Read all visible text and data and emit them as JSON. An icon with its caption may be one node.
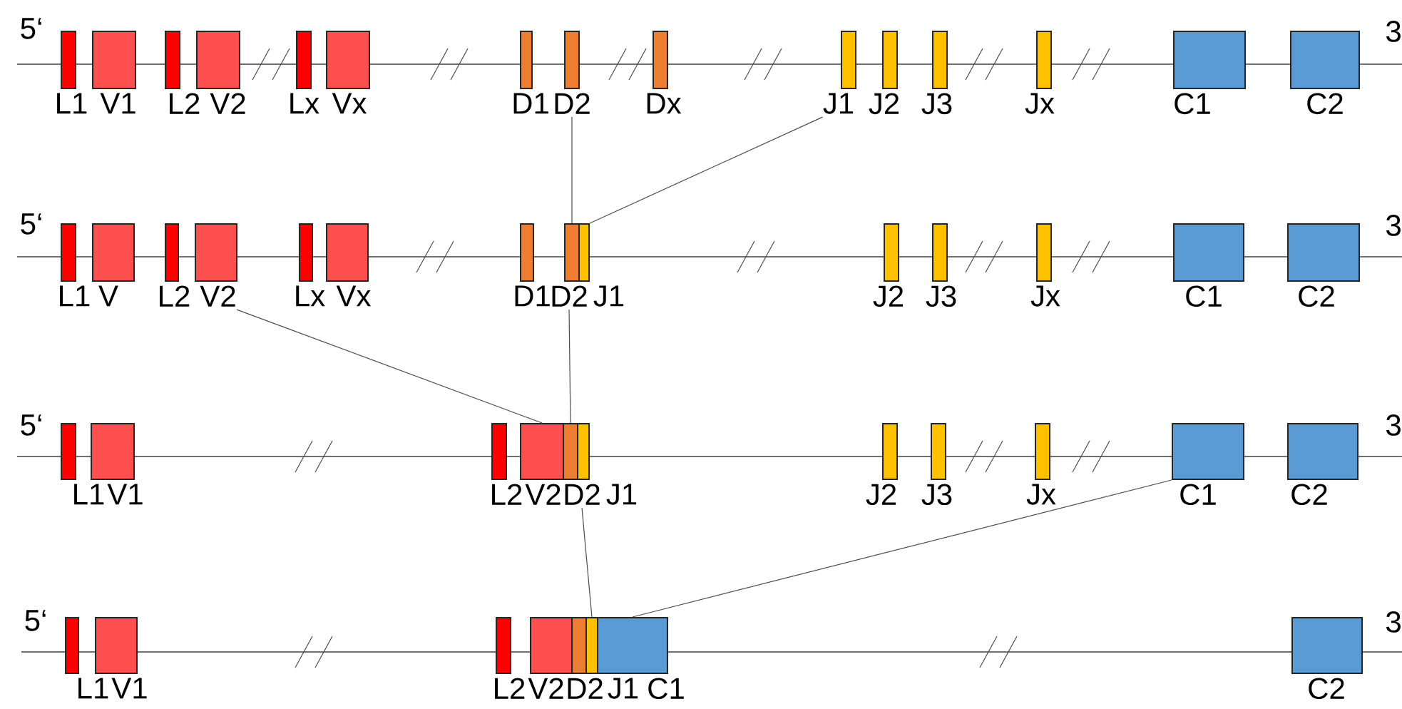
{
  "diagram": {
    "nodes": [
      {
        "text": [
          "L1"
        ]
      },
      {
        "text": [
          "V1"
        ]
      },
      {
        "text": [
          "L2"
        ]
      },
      {
        "text": [
          "V2"
        ]
      },
      {
        "text": [
          "Lx"
        ]
      },
      {
        "text": [
          "Vx"
        ]
      },
      {
        "text": [
          "D1"
        ]
      },
      {
        "text": [
          "D2"
        ]
      },
      {
        "text": [
          "Dx"
        ]
      },
      {
        "text": [
          "J1"
        ]
      },
      {
        "text": [
          "J2"
        ]
      },
      {
        "text": [
          "J3"
        ]
      },
      {
        "text": [
          "Jx"
        ]
      },
      {
        "text": [
          "C1"
        ]
      },
      {
        "text": [
          "C2"
        ]
      },
      {
        "text": [
          "L1"
        ]
      },
      {
        "text": [
          "V"
        ]
      },
      {
        "text": [
          "L2"
        ]
      },
      {
        "text": [
          "V2"
        ]
      },
      {
        "text": [
          "Lx"
        ]
      },
      {
        "text": [
          "Vx"
        ]
      },
      {
        "text": [
          "D1"
        ]
      },
      {
        "text": [
          "D2"
        ]
      },
      {
        "text": [
          "J1"
        ]
      },
      {
        "text": [
          "J2"
        ]
      },
      {
        "text": [
          "J3"
        ]
      },
      {
        "text": [
          "Jx"
        ]
      },
      {
        "text": [
          "C1"
        ]
      },
      {
        "text": [
          "C2"
        ]
      },
      {
        "text": [
          "L1"
        ]
      },
      {
        "text": [
          "V1"
        ]
      },
      {
        "text": [
          "L2"
        ]
      },
      {
        "text": [
          "V2"
        ]
      },
      {
        "text": [
          "D2"
        ]
      },
      {
        "text": [
          "J1"
        ]
      },
      {
        "text": [
          "J2"
        ]
      },
      {
        "text": [
          "J3"
        ]
      },
      {
        "text": [
          "Jx"
        ]
      },
      {
        "text": [
          "C1"
        ]
      },
      {
        "text": [
          "C2"
        ]
      },
      {
        "text": [
          "L1"
        ]
      },
      {
        "text": [
          "V1"
        ]
      },
      {
        "text": [
          "L2"
        ]
      },
      {
        "text": [
          "V2"
        ]
      },
      {
        "text": [
          "D2"
        ]
      },
      {
        "text": [
          "J1"
        ]
      },
      {
        "text": [
          "C1"
        ]
      },
      {
        "text": [
          "C2"
        ]
      }
    ],
    "edges": [
      {
        "from": 7,
        "to": 22,
        "arrow": "none"
      },
      {
        "from": 9,
        "to": 23,
        "arrow": "none"
      },
      {
        "from": 18,
        "to": 32,
        "arrow": "none"
      },
      {
        "from": 22,
        "to": 33,
        "arrow": "none"
      },
      {
        "from": 33,
        "to": 45,
        "arrow": "none"
      },
      {
        "from": 38,
        "to": 46,
        "arrow": "none"
      }
    ],
    "labels": [
      "5‘",
      "3",
      "5‘",
      "3",
      "5‘",
      "3",
      "5‘",
      "3"
    ]
  }
}
